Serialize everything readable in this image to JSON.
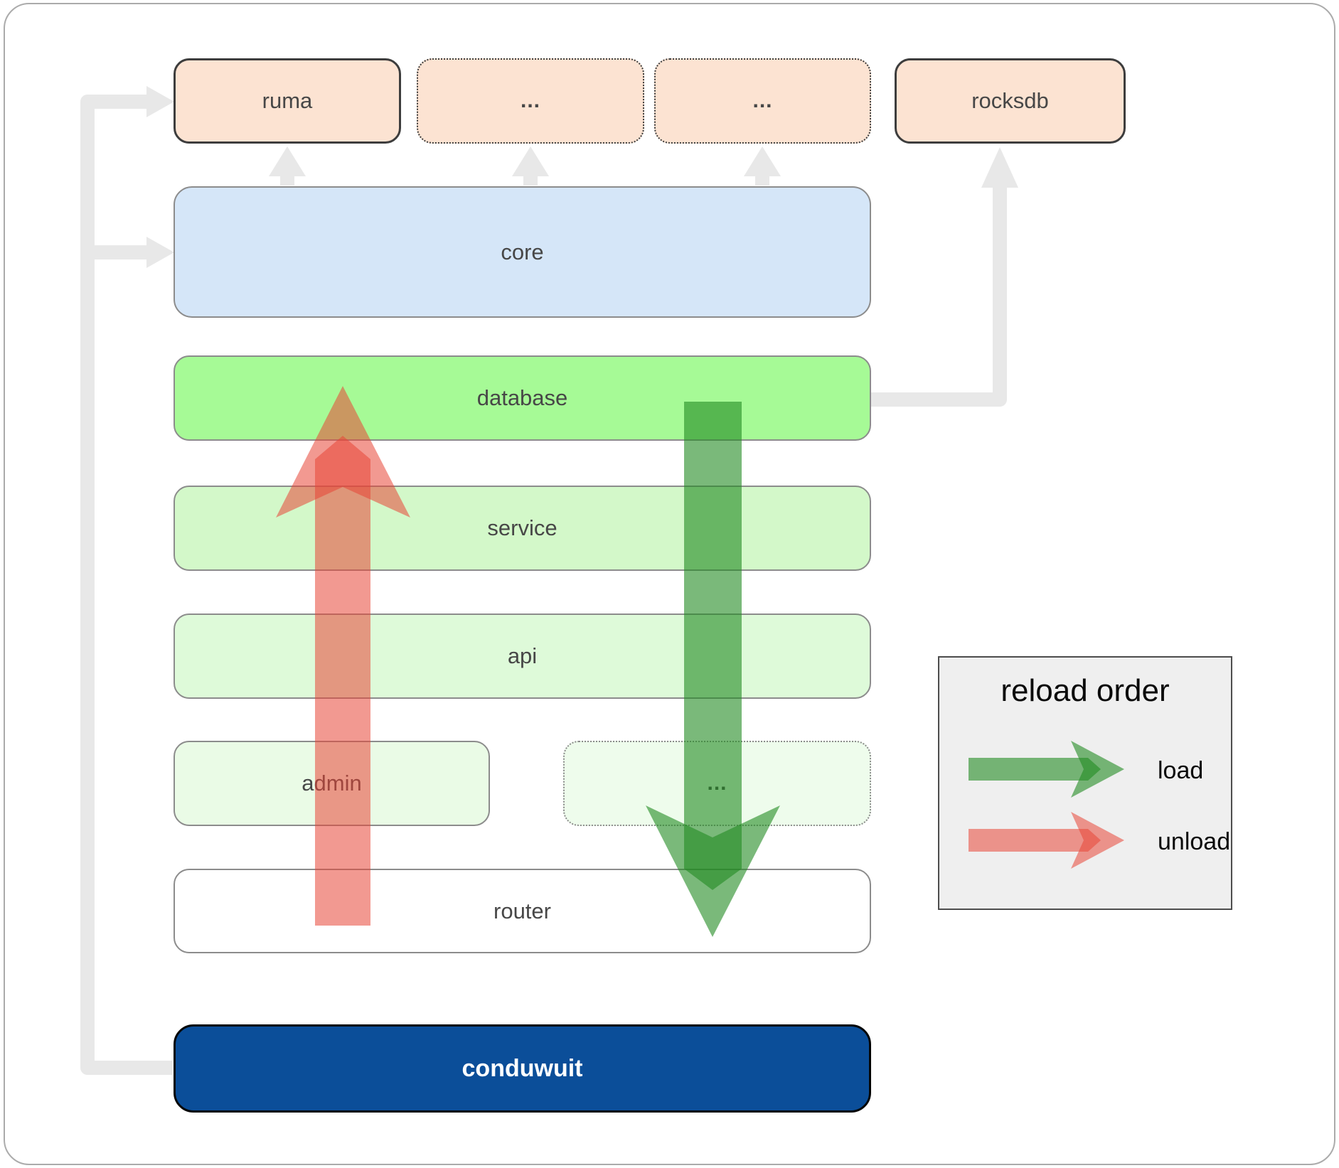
{
  "diagram": {
    "boxes": {
      "ruma": "ruma",
      "dots1": "...",
      "dots2": "...",
      "rocksdb": "rocksdb",
      "core": "core",
      "database": "database",
      "service": "service",
      "api": "api",
      "admin": "admin",
      "dots3": "...",
      "router": "router",
      "conduwuit": "conduwuit"
    },
    "legend": {
      "title": "reload order",
      "load_label": "load",
      "unload_label": "unload"
    },
    "colors": {
      "peach_fill": "#fce3d2",
      "core_blue_fill": "#d5e6f8",
      "database_green_fill": "#a6fa96",
      "service_green_fill": "#d3f8c9",
      "api_green_fill": "#defad9",
      "admin_green_fill": "#eafbe6",
      "router_fill": "#ffffff",
      "conduwuit_blue": "#0b4e99",
      "connector_gray": "#e8e8e8",
      "arrow_green": "#228b22",
      "arrow_red": "#e84537",
      "box_border_dark": "#3d3d3d",
      "box_border_gray": "#8c8c8c",
      "label_color": "#474747",
      "legend_bg": "#efefef"
    }
  }
}
